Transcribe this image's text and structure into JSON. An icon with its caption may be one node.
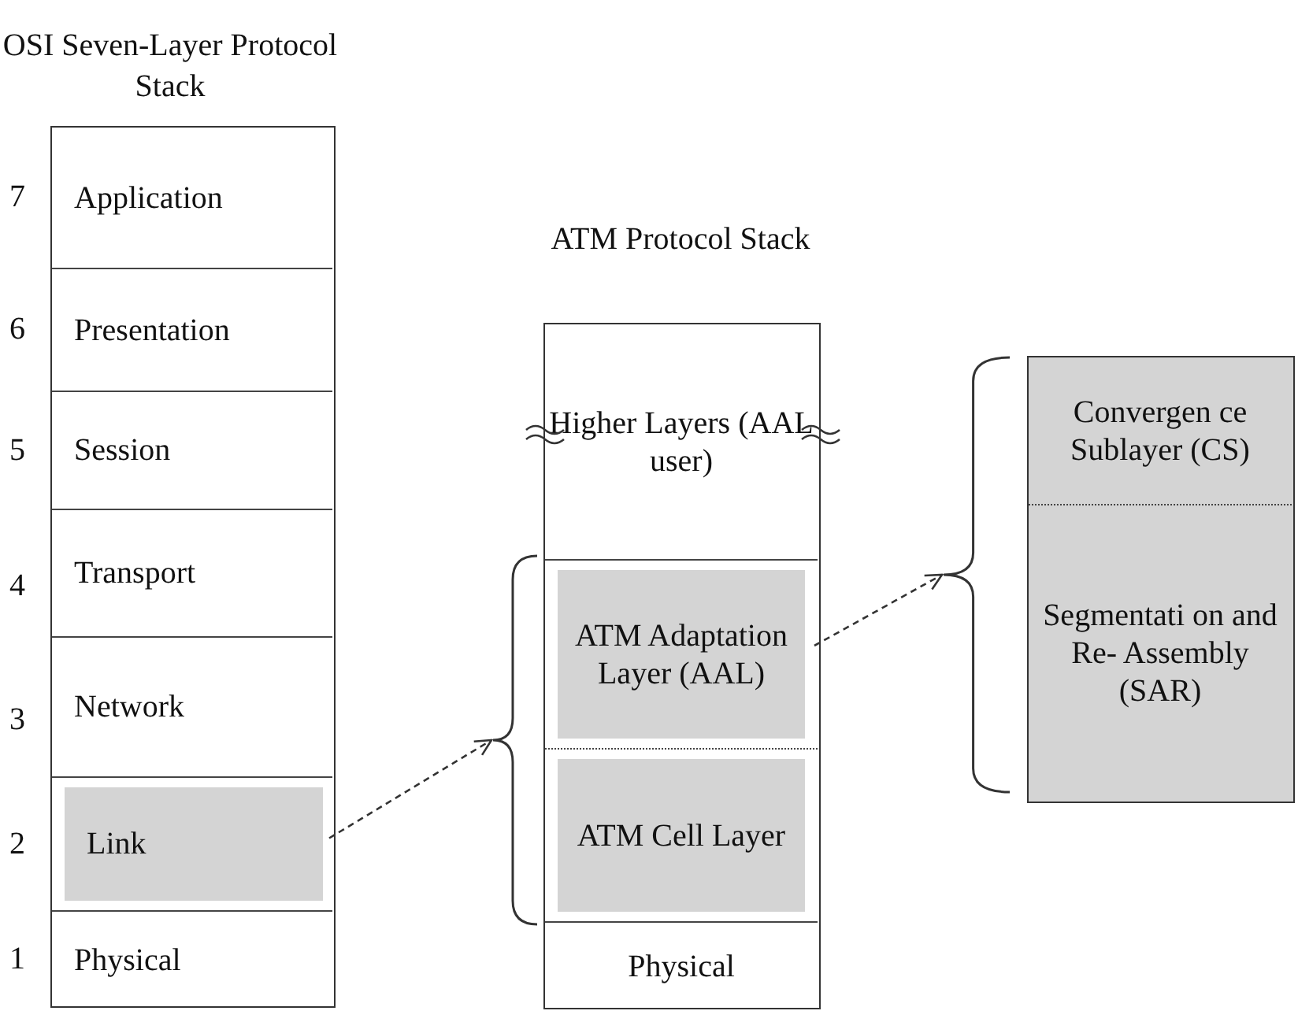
{
  "diagram": {
    "nodes": [
      {
        "text": [
          "OSI Seven-Layer Protocol Stack"
        ]
      },
      {
        "text": [
          "Application"
        ],
        "in": 0,
        "beside": [
          "7"
        ]
      },
      {
        "text": [
          "Presentation"
        ],
        "in": 0,
        "beside": [
          "6"
        ]
      },
      {
        "text": [
          "Session"
        ],
        "in": 0,
        "beside": [
          "5"
        ]
      },
      {
        "text": [
          "Transport"
        ],
        "in": 0,
        "beside": [
          "4"
        ]
      },
      {
        "text": [
          "Network"
        ],
        "in": 0,
        "beside": [
          "3"
        ]
      },
      {
        "text": [
          "Link"
        ],
        "in": 0,
        "beside": [
          "2"
        ]
      },
      {
        "text": [
          "Physical"
        ],
        "in": 0,
        "beside": [
          "1"
        ]
      },
      {
        "text": [
          "ATM Protocol Stack"
        ]
      },
      {
        "text": [
          "Higher Layers (AAL user)"
        ],
        "in": 8
      },
      {
        "text": [
          "ATM Adaptation Layer (AAL)"
        ],
        "in": 8
      },
      {
        "text": [
          "ATM Cell Layer"
        ],
        "in": 8
      },
      {
        "text": [
          "Physical"
        ],
        "in": 8
      },
      {
        "text": [],
        "shape": "box"
      },
      {
        "text": [
          "Convergen ce Sublayer (CS)"
        ],
        "in": 13
      },
      {
        "text": [
          "Segmentati on and Re- Assembly (SAR)"
        ],
        "in": 13
      },
      {
        "text": [],
        "shape": "bracket"
      },
      {
        "text": [],
        "shape": "bracket"
      }
    ],
    "edges": [
      {
        "from": 6,
        "to": 16,
        "arrow": "to",
        "style": "dashed"
      },
      {
        "from": 10,
        "to": 17,
        "arrow": "to",
        "style": "dashed"
      }
    ]
  }
}
